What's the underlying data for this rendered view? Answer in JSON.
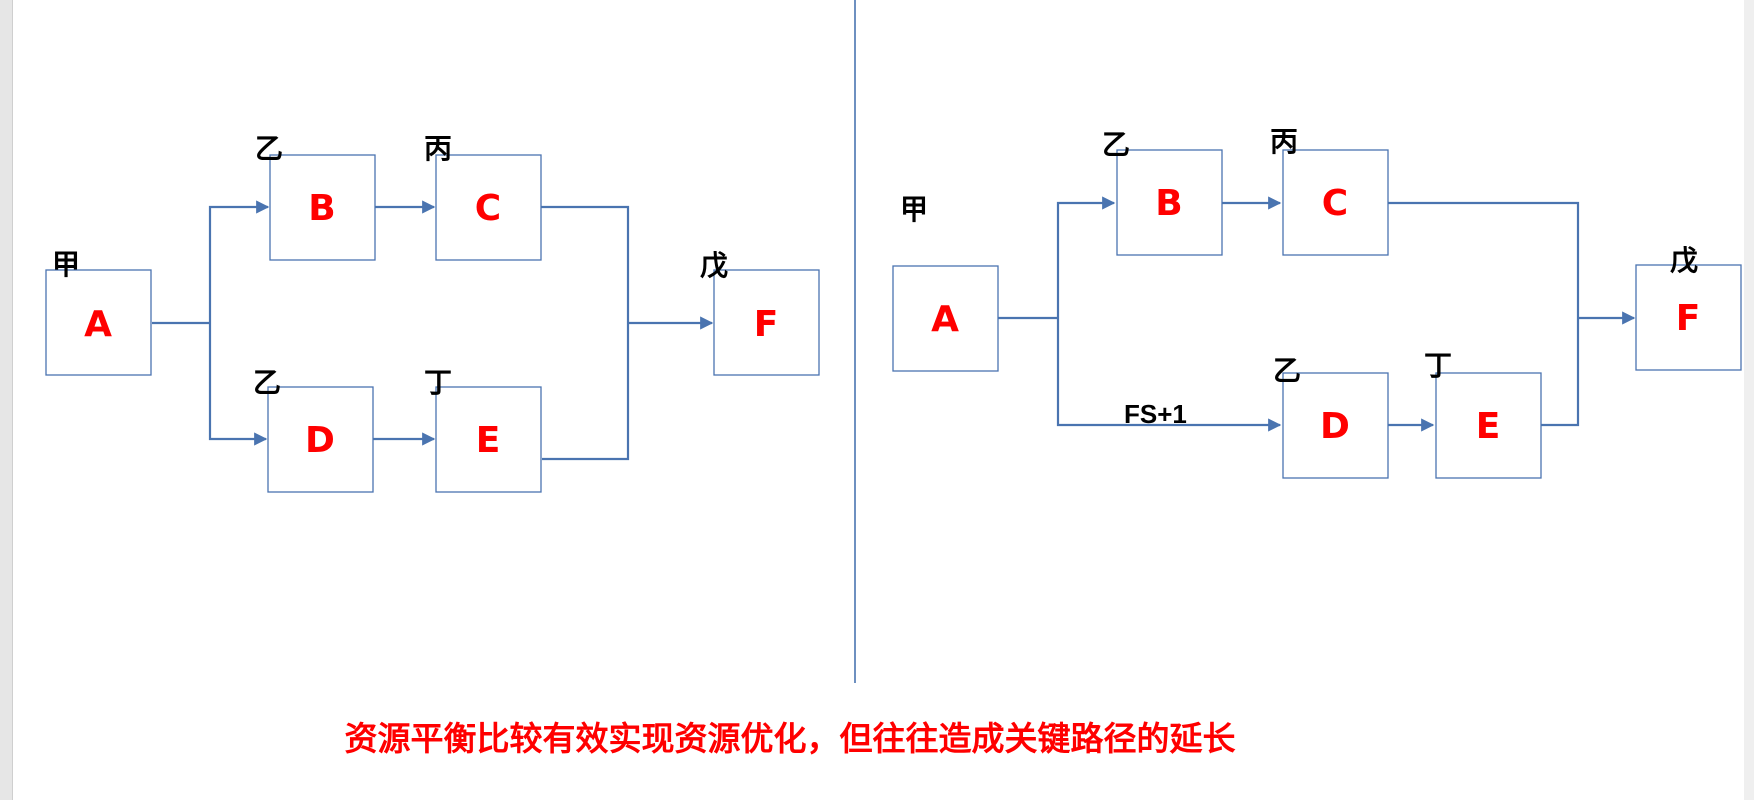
{
  "colors": {
    "node_text": "#ff0000",
    "connector": "#4a74b0",
    "resource_label": "#000000",
    "caption": "#ff0000"
  },
  "left_diagram": {
    "nodes": [
      {
        "id": "A",
        "label": "A",
        "resource": "甲"
      },
      {
        "id": "B",
        "label": "B",
        "resource": "乙"
      },
      {
        "id": "C",
        "label": "C",
        "resource": "丙"
      },
      {
        "id": "D",
        "label": "D",
        "resource": "乙"
      },
      {
        "id": "E",
        "label": "E",
        "resource": "丁"
      },
      {
        "id": "F",
        "label": "F",
        "resource": "戊"
      }
    ],
    "edges": [
      [
        "A",
        "B"
      ],
      [
        "A",
        "D"
      ],
      [
        "B",
        "C"
      ],
      [
        "D",
        "E"
      ],
      [
        "C",
        "F"
      ],
      [
        "E",
        "F"
      ]
    ]
  },
  "right_diagram": {
    "nodes": [
      {
        "id": "A",
        "label": "A",
        "resource": "甲"
      },
      {
        "id": "B",
        "label": "B",
        "resource": "乙"
      },
      {
        "id": "C",
        "label": "C",
        "resource": "丙"
      },
      {
        "id": "D",
        "label": "D",
        "resource": "乙"
      },
      {
        "id": "E",
        "label": "E",
        "resource": "丁"
      },
      {
        "id": "F",
        "label": "F",
        "resource": "戊"
      }
    ],
    "edges": [
      [
        "A",
        "B"
      ],
      [
        "A",
        "D"
      ],
      [
        "B",
        "C"
      ],
      [
        "D",
        "E"
      ],
      [
        "C",
        "F"
      ],
      [
        "E",
        "F"
      ]
    ],
    "lag_label": "FS+1"
  },
  "caption": "资源平衡比较有效实现资源优化，但往往造成关键路径的延长"
}
